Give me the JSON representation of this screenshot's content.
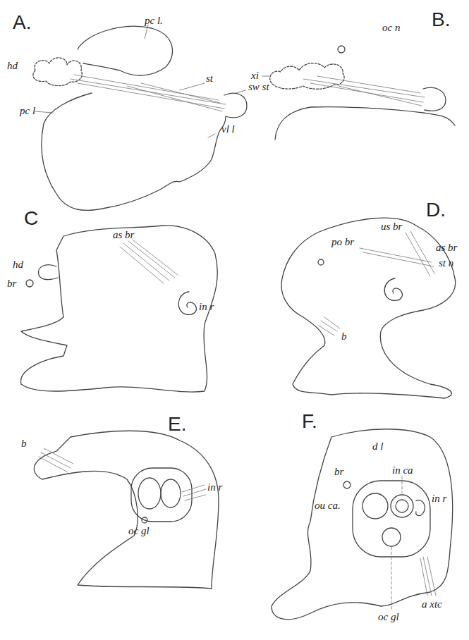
{
  "diagram": {
    "labels": [
      "A.",
      "pc l.",
      "hd",
      "st",
      "sw st",
      "pc l",
      "vl l",
      "B.",
      "oc n",
      "xi",
      "C",
      "as br",
      "hd",
      "br",
      "in r",
      "D.",
      "po br",
      "us br",
      "as br",
      "st n",
      "b",
      "E.",
      "b",
      "in r",
      "oc gl",
      "F.",
      "d l",
      "br",
      "in ca",
      "ou ca.",
      "in r",
      "a xtc",
      "oc gl"
    ]
  }
}
